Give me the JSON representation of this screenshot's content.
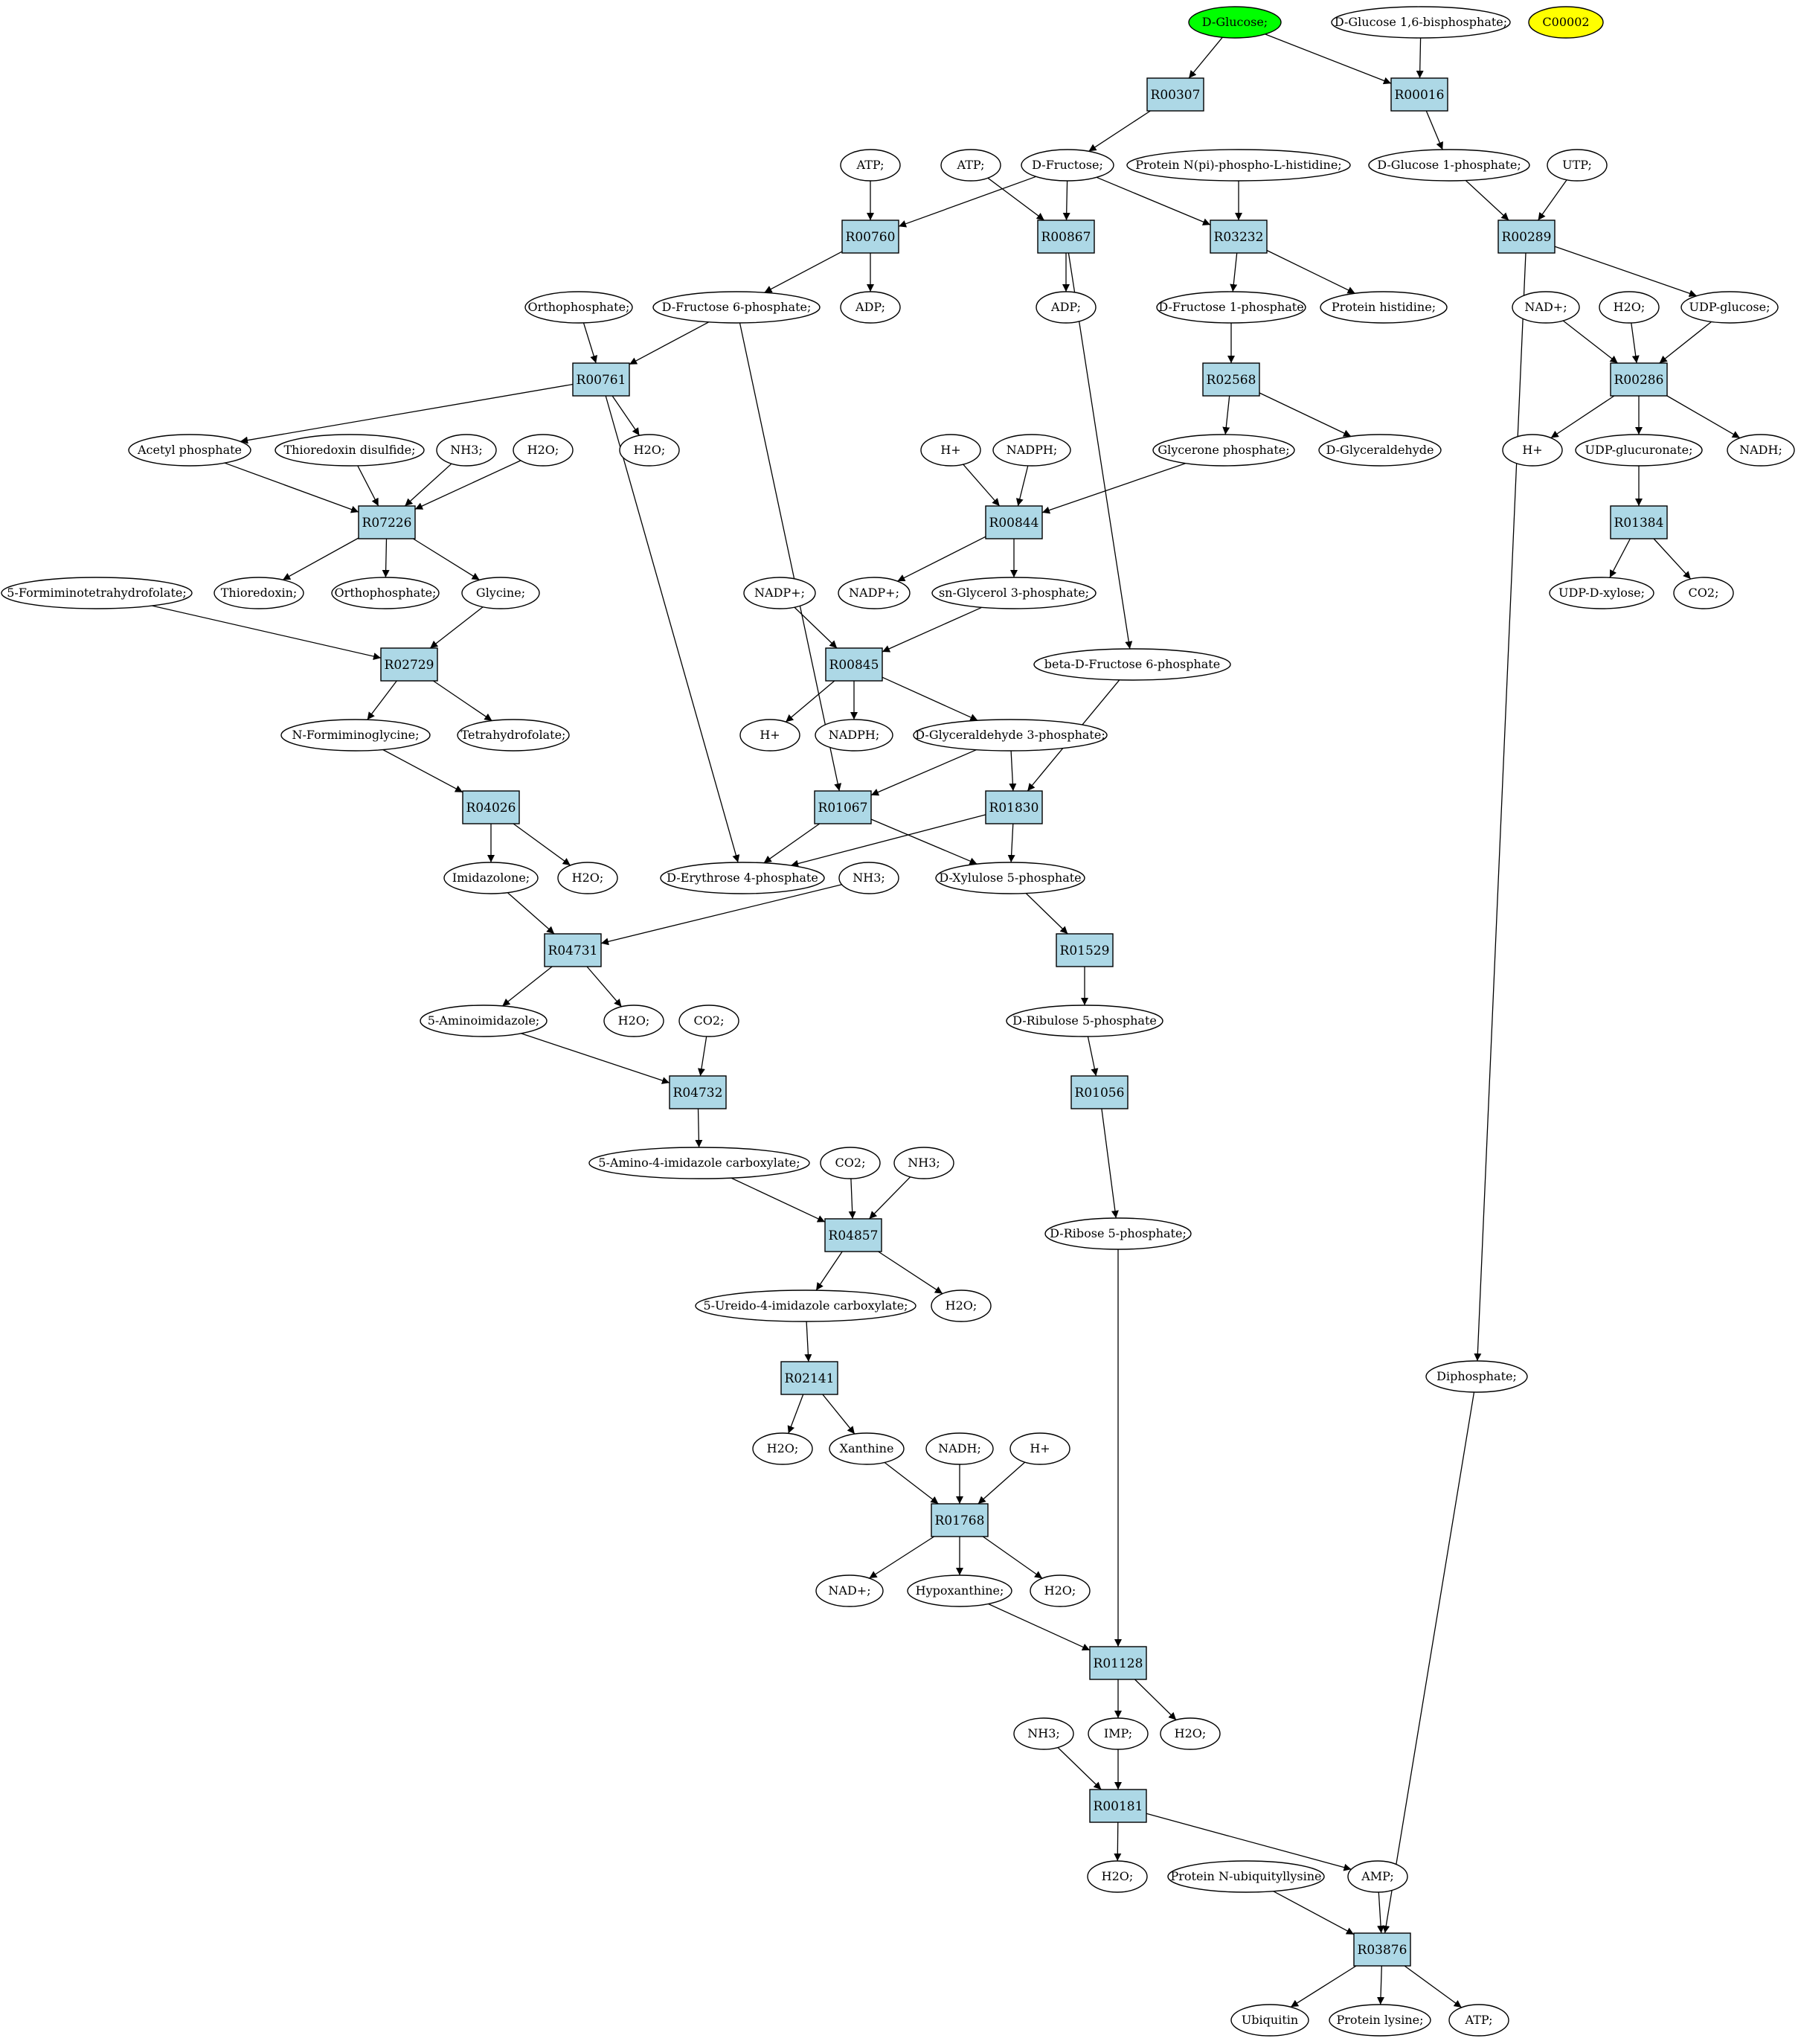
{
  "colors": {
    "background": "#ffffff",
    "reaction_fill": "#add8e6",
    "compound_fill": "#ffffff",
    "start_fill": "#00ff00",
    "highlight_fill": "#ffff00",
    "stroke": "#000000"
  },
  "compounds": {
    "c_glucose": {
      "label": "D-Glucose;",
      "fill": "start"
    },
    "c_g16bp": {
      "label": "D-Glucose 1,6-bisphosphate;"
    },
    "c_c00002": {
      "label": "C00002",
      "fill": "highlight"
    },
    "c_atp1": {
      "label": "ATP;"
    },
    "c_atp2": {
      "label": "ATP;"
    },
    "c_fructose": {
      "label": "D-Fructose;"
    },
    "c_protnphis": {
      "label": "Protein N(pi)-phospho-L-histidine;"
    },
    "c_g1p": {
      "label": "D-Glucose 1-phosphate;"
    },
    "c_utp": {
      "label": "UTP;"
    },
    "c_orthoP1": {
      "label": "Orthophosphate;"
    },
    "c_f6p": {
      "label": "D-Fructose 6-phosphate;"
    },
    "c_adp1": {
      "label": "ADP;"
    },
    "c_adp2": {
      "label": "ADP;"
    },
    "c_f1p": {
      "label": "D-Fructose 1-phosphate"
    },
    "c_prothis": {
      "label": "Protein histidine;"
    },
    "c_nadp_plus_top": {
      "label": "NAD+;"
    },
    "c_h2o_r286": {
      "label": "H2O;"
    },
    "c_udpglc": {
      "label": "UDP-glucose;"
    },
    "c_acetylP": {
      "label": "Acetyl phosphate"
    },
    "c_trxdis": {
      "label": "Thioredoxin disulfide;"
    },
    "c_nh3_1": {
      "label": "NH3;"
    },
    "c_h2o_1": {
      "label": "H2O;"
    },
    "c_h2o_r761": {
      "label": "H2O;"
    },
    "c_hplus_1": {
      "label": "H+"
    },
    "c_nadph_1": {
      "label": "NADPH;"
    },
    "c_dhap": {
      "label": "Glycerone phosphate;"
    },
    "c_glyald": {
      "label": "D-Glyceraldehyde"
    },
    "c_hplus_r286": {
      "label": "H+"
    },
    "c_udpglcA": {
      "label": "UDP-glucuronate;"
    },
    "c_nadh_r286": {
      "label": "NADH;"
    },
    "c_formTHF": {
      "label": "5-Formiminotetrahydrofolate;"
    },
    "c_trx": {
      "label": "Thioredoxin;"
    },
    "c_orthoP2": {
      "label": "Orthophosphate;"
    },
    "c_glycine": {
      "label": "Glycine;"
    },
    "c_nadpplus_1": {
      "label": "NADP+;"
    },
    "c_nadpplus_2": {
      "label": "NADP+;"
    },
    "c_g3p_sn": {
      "label": "sn-Glycerol 3-phosphate;"
    },
    "c_udpxyl": {
      "label": "UDP-D-xylose;"
    },
    "c_co2_r1384": {
      "label": "CO2;"
    },
    "c_bf6p": {
      "label": "beta-D-Fructose 6-phosphate"
    },
    "c_nformgly": {
      "label": "N-Formiminoglycine;"
    },
    "c_thf": {
      "label": "Tetrahydrofolate;"
    },
    "c_hplus_2": {
      "label": "H+"
    },
    "c_nadph_2": {
      "label": "NADPH;"
    },
    "c_gap": {
      "label": "D-Glyceraldehyde 3-phosphate;"
    },
    "c_imidazolone": {
      "label": "Imidazolone;"
    },
    "c_h2o_r4026": {
      "label": "H2O;"
    },
    "c_e4p": {
      "label": "D-Erythrose 4-phosphate"
    },
    "c_nh3_2": {
      "label": "NH3;"
    },
    "c_x5p": {
      "label": "D-Xylulose 5-phosphate"
    },
    "c_aminoimid": {
      "label": "5-Aminoimidazole;"
    },
    "c_h2o_r4731": {
      "label": "H2O;"
    },
    "c_co2_1": {
      "label": "CO2;"
    },
    "c_ru5p": {
      "label": "D-Ribulose 5-phosphate"
    },
    "c_aica": {
      "label": "5-Amino-4-imidazole carboxylate;"
    },
    "c_co2_2": {
      "label": "CO2;"
    },
    "c_nh3_3": {
      "label": "NH3;"
    },
    "c_r5p": {
      "label": "D-Ribose 5-phosphate;"
    },
    "c_uica": {
      "label": "5-Ureido-4-imidazole carboxylate;"
    },
    "c_h2o_r4857": {
      "label": "H2O;"
    },
    "c_diphosphate": {
      "label": "Diphosphate;"
    },
    "c_h2o_r2141": {
      "label": "H2O;"
    },
    "c_xanthine": {
      "label": "Xanthine"
    },
    "c_nadh_1": {
      "label": "NADH;"
    },
    "c_hplus_3": {
      "label": "H+"
    },
    "c_nadplus": {
      "label": "NAD+;"
    },
    "c_hypoxan": {
      "label": "Hypoxanthine;"
    },
    "c_h2o_r1768": {
      "label": "H2O;"
    },
    "c_nh3_4": {
      "label": "NH3;"
    },
    "c_imp": {
      "label": "IMP;"
    },
    "c_h2o_r1128": {
      "label": "H2O;"
    },
    "c_h2o_r181": {
      "label": "H2O;"
    },
    "c_protubi": {
      "label": "Protein N-ubiquityllysine"
    },
    "c_amp": {
      "label": "AMP;"
    },
    "c_ubiquitin": {
      "label": "Ubiquitin"
    },
    "c_protlys": {
      "label": "Protein lysine;"
    },
    "c_atp3": {
      "label": "ATP;"
    }
  },
  "reactions": {
    "r_R00307": {
      "label": "R00307"
    },
    "r_R00016": {
      "label": "R00016"
    },
    "r_R00760": {
      "label": "R00760"
    },
    "r_R00867": {
      "label": "R00867"
    },
    "r_R03232": {
      "label": "R03232"
    },
    "r_R00289": {
      "label": "R00289"
    },
    "r_R00761": {
      "label": "R00761"
    },
    "r_R02568": {
      "label": "R02568"
    },
    "r_R00286": {
      "label": "R00286"
    },
    "r_R07226": {
      "label": "R07226"
    },
    "r_R00844": {
      "label": "R00844"
    },
    "r_R01384": {
      "label": "R01384"
    },
    "r_R02729": {
      "label": "R02729"
    },
    "r_R00845": {
      "label": "R00845"
    },
    "r_R04026": {
      "label": "R04026"
    },
    "r_R01067": {
      "label": "R01067"
    },
    "r_R01830": {
      "label": "R01830"
    },
    "r_R04731": {
      "label": "R04731"
    },
    "r_R01529": {
      "label": "R01529"
    },
    "r_R04732": {
      "label": "R04732"
    },
    "r_R01056": {
      "label": "R01056"
    },
    "r_R04857": {
      "label": "R04857"
    },
    "r_R02141": {
      "label": "R02141"
    },
    "r_R01768": {
      "label": "R01768"
    },
    "r_R01128": {
      "label": "R01128"
    },
    "r_R00181": {
      "label": "R00181"
    },
    "r_R03876": {
      "label": "R03876"
    }
  },
  "edges": [
    [
      "c_glucose",
      "r_R00307"
    ],
    [
      "c_glucose",
      "r_R00016"
    ],
    [
      "c_g16bp",
      "r_R00016"
    ],
    [
      "r_R00307",
      "c_fructose"
    ],
    [
      "r_R00016",
      "c_g1p"
    ],
    [
      "c_atp1",
      "r_R00760"
    ],
    [
      "c_fructose",
      "r_R00760"
    ],
    [
      "c_atp2",
      "r_R00867"
    ],
    [
      "c_fructose",
      "r_R00867"
    ],
    [
      "c_fructose",
      "r_R03232"
    ],
    [
      "c_protnphis",
      "r_R03232"
    ],
    [
      "c_g1p",
      "r_R00289"
    ],
    [
      "c_utp",
      "r_R00289"
    ],
    [
      "r_R00760",
      "c_f6p"
    ],
    [
      "r_R00760",
      "c_adp1"
    ],
    [
      "r_R00867",
      "c_adp2"
    ],
    [
      "r_R00867",
      "c_bf6p"
    ],
    [
      "r_R03232",
      "c_f1p"
    ],
    [
      "r_R03232",
      "c_prothis"
    ],
    [
      "r_R00289",
      "c_udpglc"
    ],
    [
      "r_R00289",
      "c_diphosphate"
    ],
    [
      "c_orthoP1",
      "r_R00761"
    ],
    [
      "c_f6p",
      "r_R00761"
    ],
    [
      "c_f6p",
      "r_R01067"
    ],
    [
      "c_f1p",
      "r_R02568"
    ],
    [
      "c_nadp_plus_top",
      "r_R00286"
    ],
    [
      "c_h2o_r286",
      "r_R00286"
    ],
    [
      "c_udpglc",
      "r_R00286"
    ],
    [
      "r_R00761",
      "c_acetylP"
    ],
    [
      "r_R00761",
      "c_h2o_r761"
    ],
    [
      "r_R00761",
      "c_e4p"
    ],
    [
      "r_R02568",
      "c_dhap"
    ],
    [
      "r_R02568",
      "c_glyald"
    ],
    [
      "r_R00286",
      "c_hplus_r286"
    ],
    [
      "r_R00286",
      "c_udpglcA"
    ],
    [
      "r_R00286",
      "c_nadh_r286"
    ],
    [
      "c_acetylP",
      "r_R07226"
    ],
    [
      "c_trxdis",
      "r_R07226"
    ],
    [
      "c_nh3_1",
      "r_R07226"
    ],
    [
      "c_h2o_1",
      "r_R07226"
    ],
    [
      "c_hplus_1",
      "r_R00844"
    ],
    [
      "c_nadph_1",
      "r_R00844"
    ],
    [
      "c_dhap",
      "r_R00844"
    ],
    [
      "c_udpglcA",
      "r_R01384"
    ],
    [
      "r_R07226",
      "c_trx"
    ],
    [
      "r_R07226",
      "c_orthoP2"
    ],
    [
      "r_R07226",
      "c_glycine"
    ],
    [
      "r_R00844",
      "c_nadpplus_2"
    ],
    [
      "r_R00844",
      "c_g3p_sn"
    ],
    [
      "r_R01384",
      "c_udpxyl"
    ],
    [
      "r_R01384",
      "c_co2_r1384"
    ],
    [
      "c_formTHF",
      "r_R02729"
    ],
    [
      "c_glycine",
      "r_R02729"
    ],
    [
      "c_nadpplus_1",
      "r_R00845"
    ],
    [
      "c_g3p_sn",
      "r_R00845"
    ],
    [
      "c_bf6p",
      "r_R01830"
    ],
    [
      "r_R02729",
      "c_nformgly"
    ],
    [
      "r_R02729",
      "c_thf"
    ],
    [
      "r_R00845",
      "c_hplus_2"
    ],
    [
      "r_R00845",
      "c_nadph_2"
    ],
    [
      "r_R00845",
      "c_gap"
    ],
    [
      "c_nformgly",
      "r_R04026"
    ],
    [
      "c_gap",
      "r_R01067"
    ],
    [
      "c_gap",
      "r_R01830"
    ],
    [
      "r_R04026",
      "c_imidazolone"
    ],
    [
      "r_R04026",
      "c_h2o_r4026"
    ],
    [
      "r_R01067",
      "c_e4p"
    ],
    [
      "r_R01067",
      "c_x5p"
    ],
    [
      "r_R01830",
      "c_e4p"
    ],
    [
      "r_R01830",
      "c_x5p"
    ],
    [
      "c_imidazolone",
      "r_R04731"
    ],
    [
      "c_nh3_2",
      "r_R04731"
    ],
    [
      "c_x5p",
      "r_R01529"
    ],
    [
      "r_R04731",
      "c_aminoimid"
    ],
    [
      "r_R04731",
      "c_h2o_r4731"
    ],
    [
      "r_R01529",
      "c_ru5p"
    ],
    [
      "c_aminoimid",
      "r_R04732"
    ],
    [
      "c_co2_1",
      "r_R04732"
    ],
    [
      "c_ru5p",
      "r_R01056"
    ],
    [
      "r_R04732",
      "c_aica"
    ],
    [
      "r_R01056",
      "c_r5p"
    ],
    [
      "c_aica",
      "r_R04857"
    ],
    [
      "c_co2_2",
      "r_R04857"
    ],
    [
      "c_nh3_3",
      "r_R04857"
    ],
    [
      "r_R04857",
      "c_uica"
    ],
    [
      "r_R04857",
      "c_h2o_r4857"
    ],
    [
      "c_uica",
      "r_R02141"
    ],
    [
      "r_R02141",
      "c_h2o_r2141"
    ],
    [
      "r_R02141",
      "c_xanthine"
    ],
    [
      "c_xanthine",
      "r_R01768"
    ],
    [
      "c_nadh_1",
      "r_R01768"
    ],
    [
      "c_hplus_3",
      "r_R01768"
    ],
    [
      "r_R01768",
      "c_nadplus"
    ],
    [
      "r_R01768",
      "c_hypoxan"
    ],
    [
      "r_R01768",
      "c_h2o_r1768"
    ],
    [
      "c_hypoxan",
      "r_R01128"
    ],
    [
      "c_r5p",
      "r_R01128"
    ],
    [
      "r_R01128",
      "c_imp"
    ],
    [
      "r_R01128",
      "c_h2o_r1128"
    ],
    [
      "c_nh3_4",
      "r_R00181"
    ],
    [
      "c_imp",
      "r_R00181"
    ],
    [
      "r_R00181",
      "c_h2o_r181"
    ],
    [
      "r_R00181",
      "c_amp"
    ],
    [
      "c_protubi",
      "r_R03876"
    ],
    [
      "c_amp",
      "r_R03876"
    ],
    [
      "c_diphosphate",
      "r_R03876"
    ],
    [
      "r_R03876",
      "c_ubiquitin"
    ],
    [
      "r_R03876",
      "c_protlys"
    ],
    [
      "r_R03876",
      "c_atp3"
    ]
  ]
}
